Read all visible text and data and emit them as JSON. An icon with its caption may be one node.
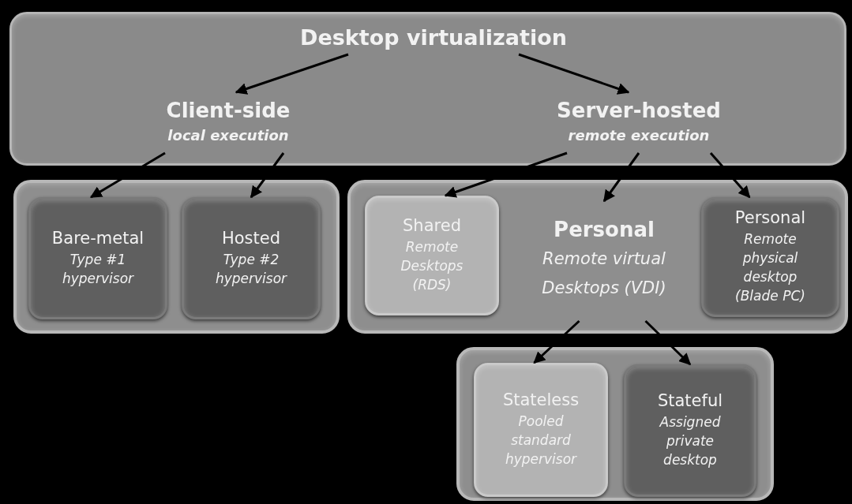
{
  "diagram": {
    "nodes": [
      {
        "text": [],
        "shape": "box"
      },
      {
        "text": [
          "Desktop virtualization"
        ],
        "in": 0
      },
      {
        "text": [
          "Client-side",
          "local execution"
        ],
        "in": 0
      },
      {
        "text": [
          "Server-hosted",
          "remote execution"
        ],
        "in": 0
      },
      {
        "text": [],
        "shape": "box"
      },
      {
        "text": [
          "Bare-metal",
          "Type #1 hypervisor"
        ],
        "in": 4
      },
      {
        "text": [
          "Hosted",
          "Type #2 hypervisor"
        ],
        "in": 4
      },
      {
        "text": [],
        "shape": "box"
      },
      {
        "text": [
          "Shared",
          "Remote Desktops (RDS)"
        ],
        "in": 7
      },
      {
        "text": [
          "Personal",
          "Remote virtual Desktops (VDI)"
        ],
        "in": 7
      },
      {
        "text": [
          "Personal",
          "Remote physical desktop (Blade PC)"
        ],
        "in": 7
      },
      {
        "text": [],
        "shape": "box"
      },
      {
        "text": [
          "Stateless",
          "Pooled standard hypervisor"
        ],
        "in": 11
      },
      {
        "text": [
          "Stateful",
          "Assigned private desktop"
        ],
        "in": 11
      }
    ],
    "edges": [
      {
        "from": 1,
        "to": 2,
        "arrow": "to"
      },
      {
        "from": 1,
        "to": 3,
        "arrow": "to"
      },
      {
        "from": 2,
        "to": 5,
        "arrow": "to"
      },
      {
        "from": 2,
        "to": 6,
        "arrow": "to"
      },
      {
        "from": 3,
        "to": 8,
        "arrow": "to"
      },
      {
        "from": 3,
        "to": 9,
        "arrow": "to"
      },
      {
        "from": 3,
        "to": 10,
        "arrow": "to"
      },
      {
        "from": 9,
        "to": 12,
        "arrow": "to"
      },
      {
        "from": 9,
        "to": 13,
        "arrow": "to"
      }
    ]
  }
}
